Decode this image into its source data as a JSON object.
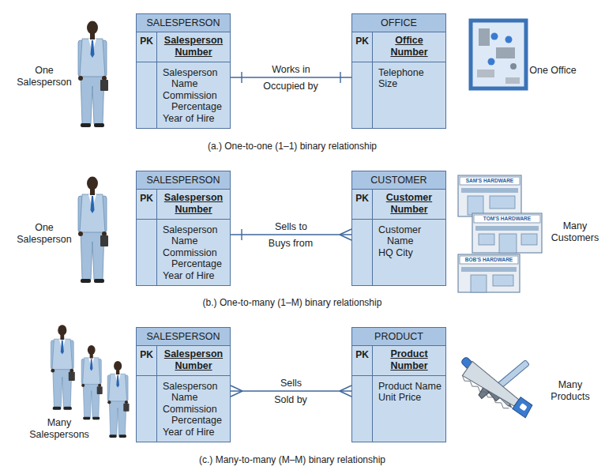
{
  "diagram": {
    "nodes": [
      {
        "text": [
          "SALESPERSON",
          "PK",
          "Salesperson Number",
          "Salesperson Name",
          "Commission Percentage",
          "Year of Hire"
        ]
      },
      {
        "text": [
          "OFFICE",
          "PK",
          "Office Number",
          "Telephone",
          "Size"
        ]
      },
      {
        "text": [
          "SALESPERSON",
          "PK",
          "Salesperson Number",
          "Salesperson Name",
          "Commission Percentage",
          "Year of Hire"
        ]
      },
      {
        "text": [
          "CUSTOMER",
          "PK",
          "Customer Number",
          "Customer Name",
          "HQ City"
        ]
      },
      {
        "text": [
          "SALESPERSON",
          "PK",
          "Salesperson Number",
          "Salesperson Name",
          "Commission Percentage",
          "Year of Hire"
        ]
      },
      {
        "text": [
          "PRODUCT",
          "PK",
          "Product Number",
          "Product Name",
          "Unit Price"
        ]
      }
    ],
    "edges": [
      {
        "from": 0,
        "to": 1,
        "arrow": "none",
        "label": "Works in"
      },
      {
        "from": 2,
        "to": 3,
        "arrow": "none",
        "label": "Sells to"
      },
      {
        "from": 4,
        "to": 5,
        "arrow": "none",
        "label": "Sells"
      }
    ],
    "labels": [
      "One Salesperson",
      "One Office",
      "Occupied by",
      "(a.) One-to-one (1–1) binary relationship",
      "One Salesperson",
      "SAM'S HARDWARE",
      "TOM'S HARDWARE",
      "BOB'S HARDWARE",
      "Many Customers",
      "Buys from",
      "(b.) One-to-many (1–M) binary relationship",
      "Many Salespersons",
      "Many Products",
      "Sold by",
      "(c.) Many-to-many (M–M) binary relationship"
    ]
  }
}
